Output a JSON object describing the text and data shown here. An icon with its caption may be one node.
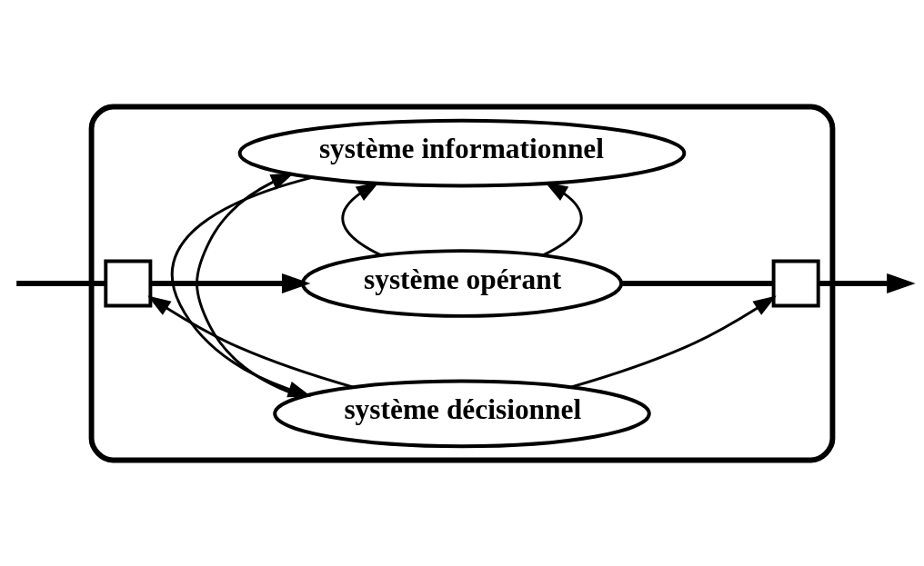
{
  "diagram": {
    "nodes": [
      {
        "text": [],
        "shape": "triangle"
      },
      {
        "text": [
          "système décisionnel"
        ],
        "in": 0
      },
      {
        "text": [
          "système informationnel"
        ],
        "in": 0
      },
      {
        "text": [
          "système opérant"
        ],
        "in": 0
      },
      {
        "text": [],
        "shape": "box",
        "in": 0
      },
      {
        "text": [],
        "shape": "box",
        "in": 0
      }
    ],
    "edges": [
      {
        "from": null,
        "to": 4,
        "arrow": "none",
        "style": "thick"
      },
      {
        "from": 4,
        "to": 3,
        "arrow": "to",
        "style": "thick"
      },
      {
        "from": 3,
        "to": 5,
        "arrow": "none",
        "style": "thick"
      },
      {
        "from": 5,
        "to": null,
        "arrow": "to",
        "style": "thick"
      },
      {
        "from": 1,
        "to": 2,
        "arrow": "to"
      },
      {
        "from": 2,
        "to": 1,
        "arrow": "to"
      },
      {
        "from": 3,
        "to": 2,
        "arrow": "to"
      },
      {
        "from": 3,
        "to": 2,
        "arrow": "to"
      },
      {
        "from": 1,
        "to": 4,
        "arrow": "to"
      },
      {
        "from": 1,
        "to": 5,
        "arrow": "to"
      }
    ]
  }
}
